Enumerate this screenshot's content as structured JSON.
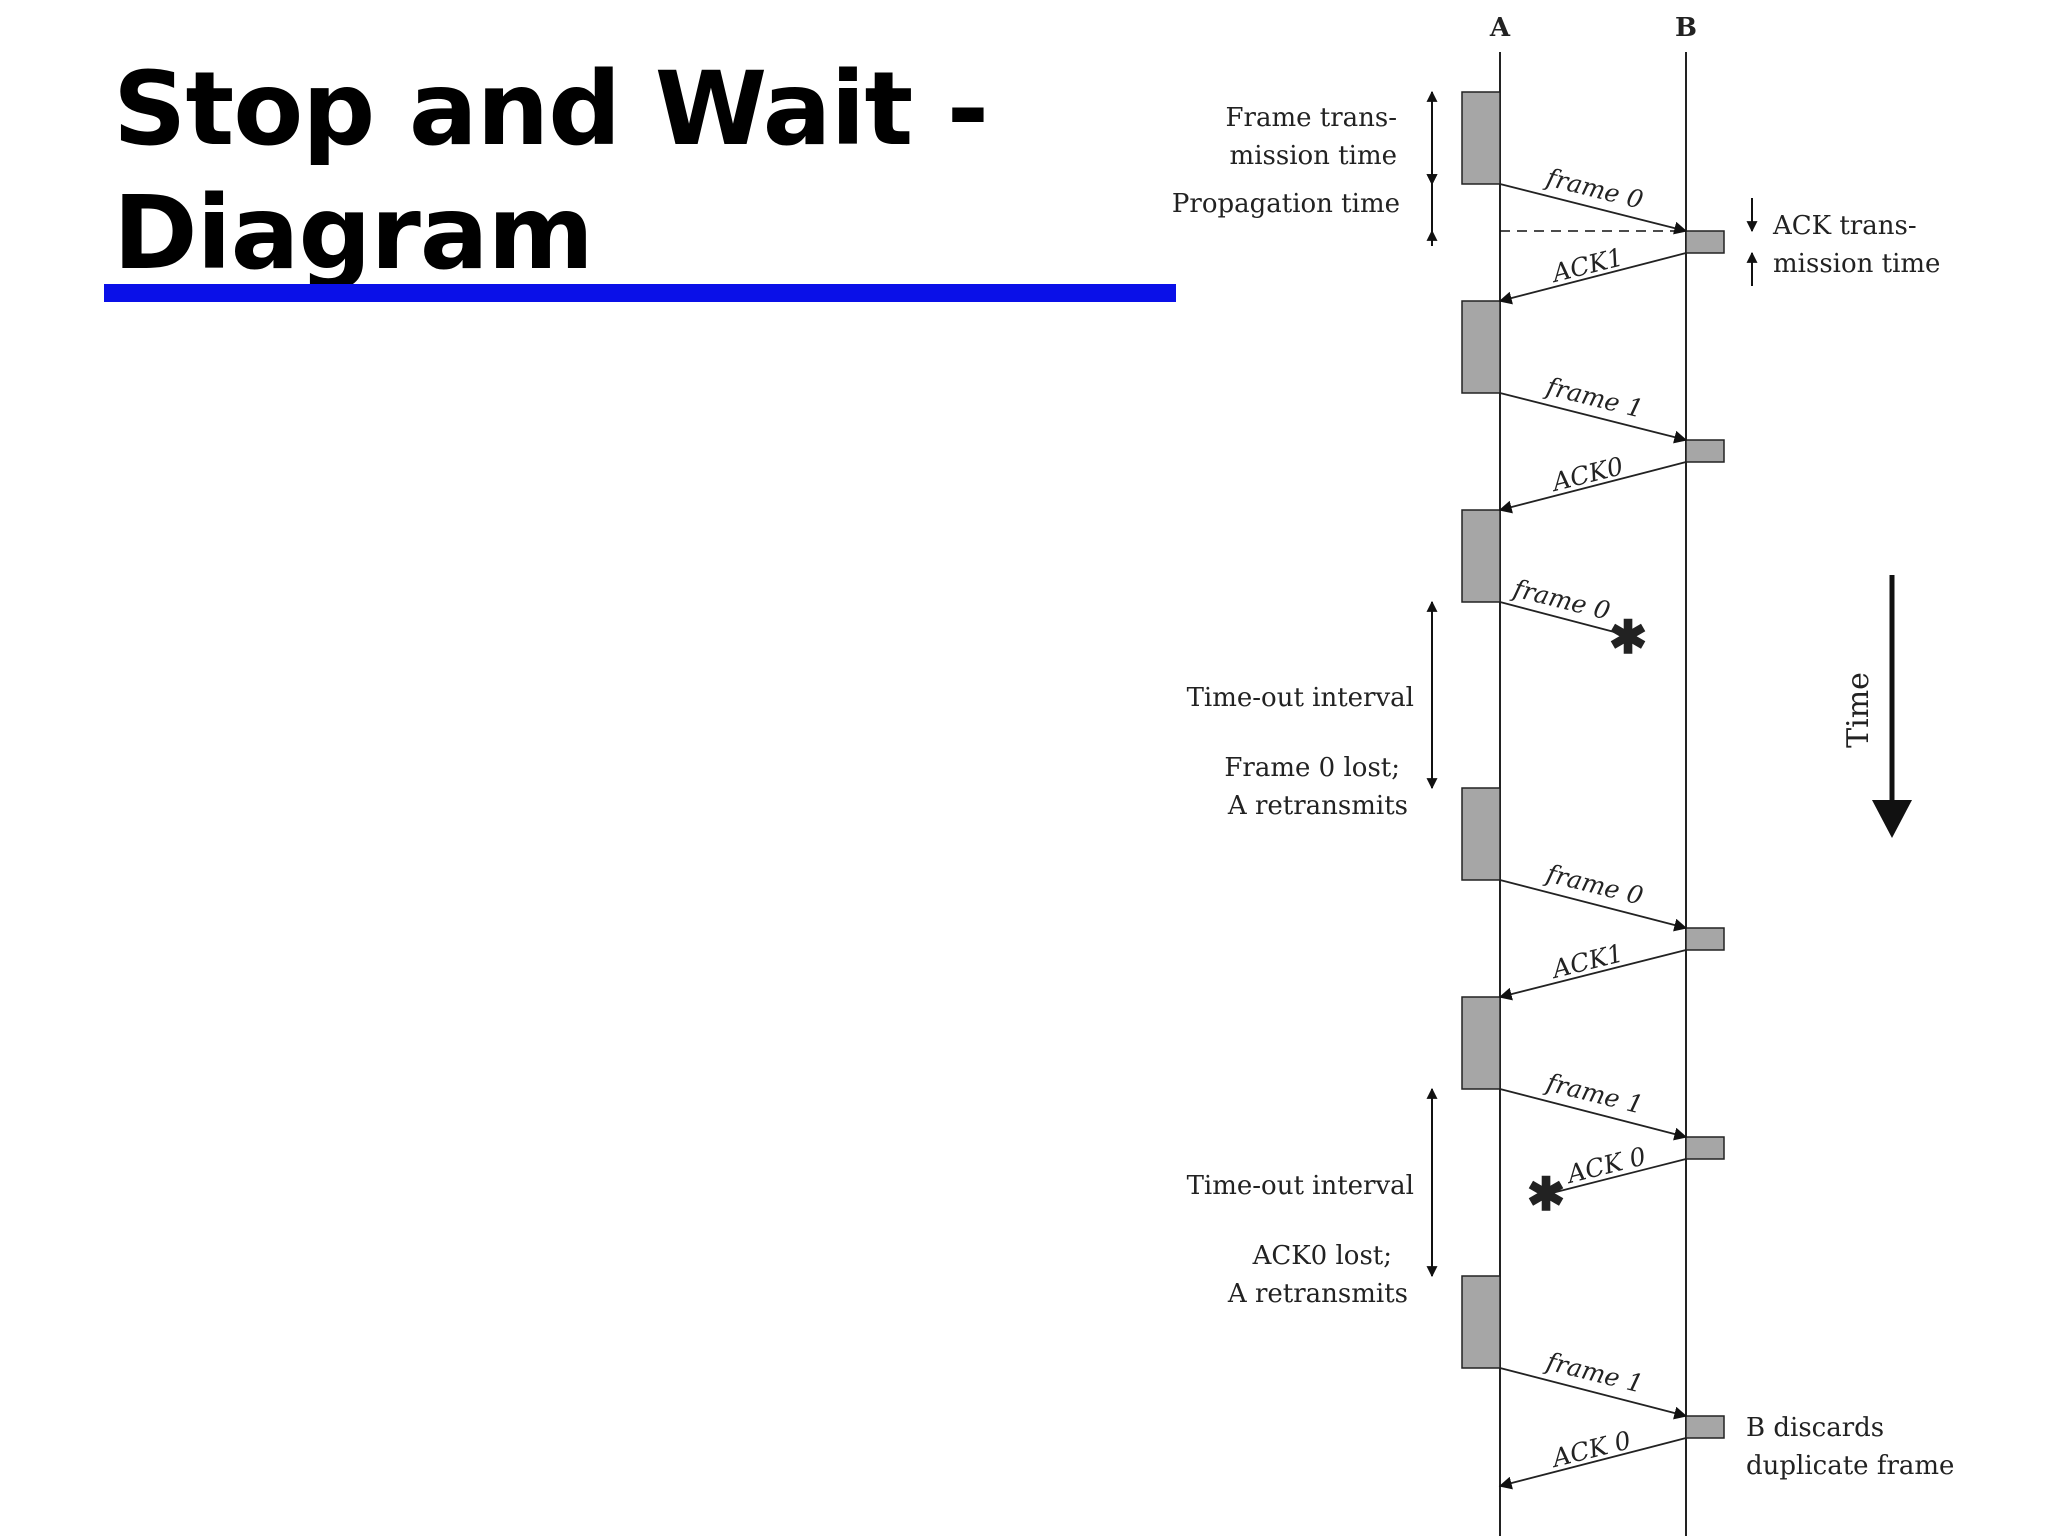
{
  "slide": {
    "title_line1": "Stop and Wait -",
    "title_line2": "Diagram",
    "rule_color": "#0a10e8"
  },
  "diagram": {
    "station_a": "A",
    "station_b": "B",
    "box_fill": "#a6a6a6",
    "annotations": {
      "frame_tx_1": "Frame trans-",
      "frame_tx_2": "mission time",
      "propagation": "Propagation time",
      "ack_tx_1": "ACK trans-",
      "ack_tx_2": "mission time",
      "timeout_1": "Time-out interval",
      "lost_frame_1": "Frame 0 lost;",
      "lost_frame_2": "A retransmits",
      "timeout_2": "Time-out interval",
      "lost_ack_1": "ACK0 lost;",
      "lost_ack_2": "A retransmits",
      "discard_1": "B discards",
      "discard_2": "duplicate frame",
      "time": "Time"
    },
    "messages": [
      {
        "label": "frame 0",
        "direction": "A-to-B",
        "lost": false
      },
      {
        "label": "ACK1",
        "direction": "B-to-A",
        "lost": false
      },
      {
        "label": "frame 1",
        "direction": "A-to-B",
        "lost": false
      },
      {
        "label": "ACK0",
        "direction": "B-to-A",
        "lost": false
      },
      {
        "label": "frame 0",
        "direction": "A-to-B",
        "lost": true
      },
      {
        "label": "frame 0",
        "direction": "A-to-B",
        "lost": false
      },
      {
        "label": "ACK1",
        "direction": "B-to-A",
        "lost": false
      },
      {
        "label": "frame 1",
        "direction": "A-to-B",
        "lost": false
      },
      {
        "label": "ACK 0",
        "direction": "B-to-A",
        "lost": true
      },
      {
        "label": "frame 1",
        "direction": "A-to-B",
        "lost": false
      },
      {
        "label": "ACK 0",
        "direction": "B-to-A",
        "lost": false
      }
    ]
  }
}
